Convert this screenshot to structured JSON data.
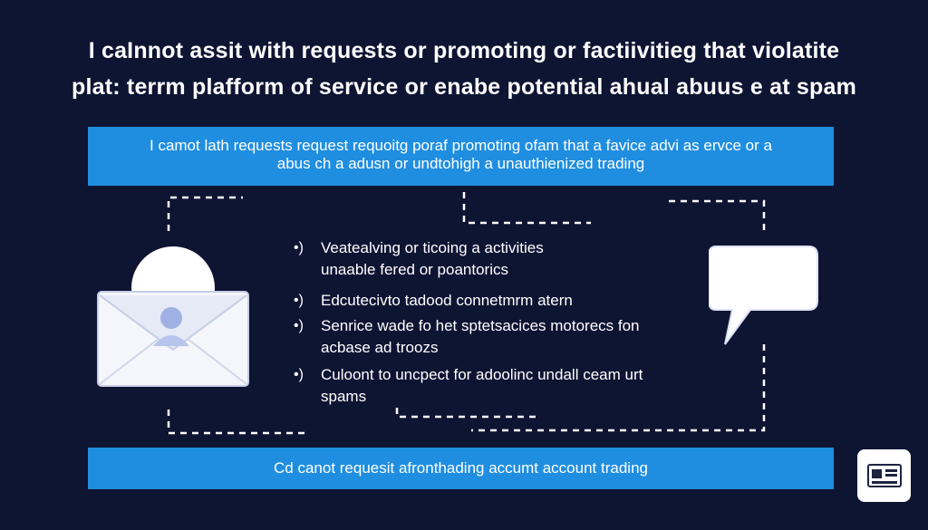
{
  "headline": {
    "line1": "I caInnot assit with requests or promoting or factiivitieg that violatite",
    "line2": "plat: terrm plafform of service or enabe potential ahual abuus e at spam"
  },
  "top_banner": {
    "line1": "I camot lath requests request requoitg poraf promoting ofam  that a favice advi as ervce or a",
    "line2": "abus ch a adusn or undtohigh a unauthienized trading"
  },
  "bullets": [
    {
      "marker": "•)",
      "lines": [
        "Veatealving or ticoing a activities",
        "unaable fered or poantorics"
      ]
    },
    {
      "marker": "•)",
      "lines": [
        "Edcutecivto tadood connetmrm atern"
      ]
    },
    {
      "marker": "•)",
      "lines": [
        "Senrice wade fo het sptetsacices motorecs fon",
        "acbase ad troozs"
      ]
    },
    {
      "marker": "•)",
      "lines": [
        "Culoont to uncpect for adoolinc undall ceam urt",
        "spams"
      ]
    }
  ],
  "bottom_banner": {
    "text": "Cd canot requesit afronthading accumt account trading"
  },
  "icons": {
    "envelope": "envelope-icon",
    "speech_bubble": "speech-bubble-icon",
    "corner": "id-card-icon"
  },
  "colors": {
    "background": "#0e1533",
    "banner": "#1f8ee0",
    "text": "#ffffff",
    "connector": "#ffffff"
  }
}
